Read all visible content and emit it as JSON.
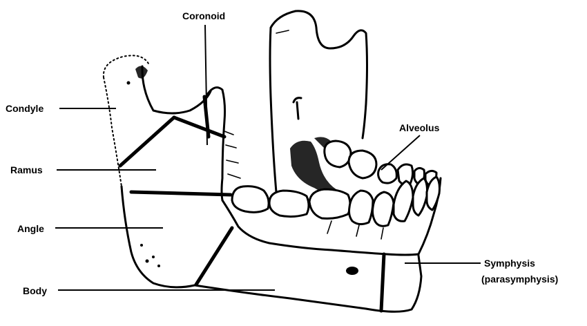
{
  "labels": {
    "coronoid": "Coronoid",
    "condyle": "Condyle",
    "ramus": "Ramus",
    "angle": "Angle",
    "body": "Body",
    "alveolus": "Alveolus",
    "symphysis_line1": "Symphysis",
    "symphysis_line2": "(parasymphysis)"
  },
  "colors": {
    "ink": "#000000",
    "background": "#ffffff"
  }
}
